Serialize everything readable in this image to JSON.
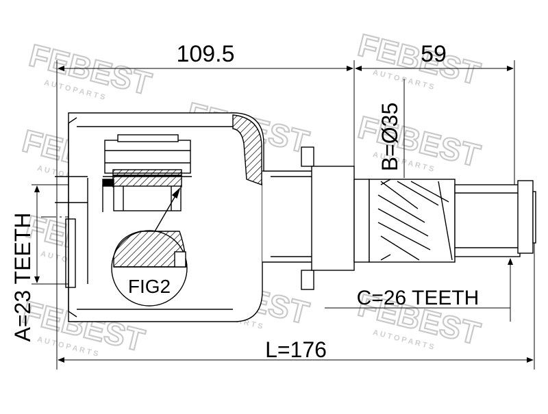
{
  "dimensions": {
    "housing_length": "109.5",
    "shaft_length": "59",
    "shaft_diameter": "B=Ø35",
    "total_length": "L=176",
    "outer_teeth": "A=23 TEETH",
    "shaft_teeth": "C=26 TEETH",
    "figure_label": "FIG2"
  },
  "watermark": {
    "brand": "FEBEST",
    "tagline": "A U T O   P A R T S"
  }
}
